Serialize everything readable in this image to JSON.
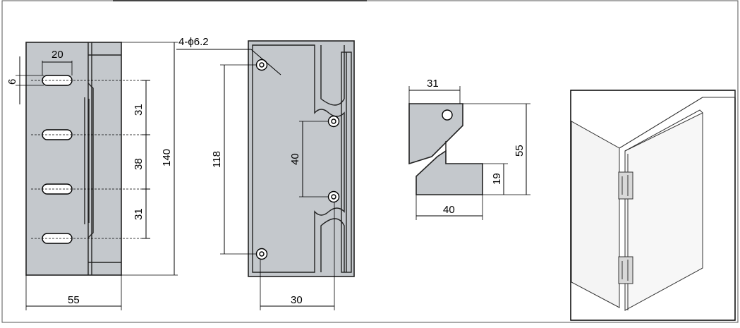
{
  "dimensions": {
    "front": {
      "width": "55",
      "height": "140",
      "slot_width": "20",
      "slot_height": "6",
      "spacing_top": "31",
      "spacing_mid": "38",
      "spacing_bottom": "31"
    },
    "back": {
      "holes": "4-ϕ6.2",
      "hole_span": "118",
      "hole_pitch": "40",
      "hole_offset": "30"
    },
    "side": {
      "top": "31",
      "height": "55",
      "step": "19",
      "bottom": "40"
    }
  },
  "colors": {
    "part_fill": "#c4c8cc",
    "outline": "#222222",
    "background": "#ffffff"
  }
}
